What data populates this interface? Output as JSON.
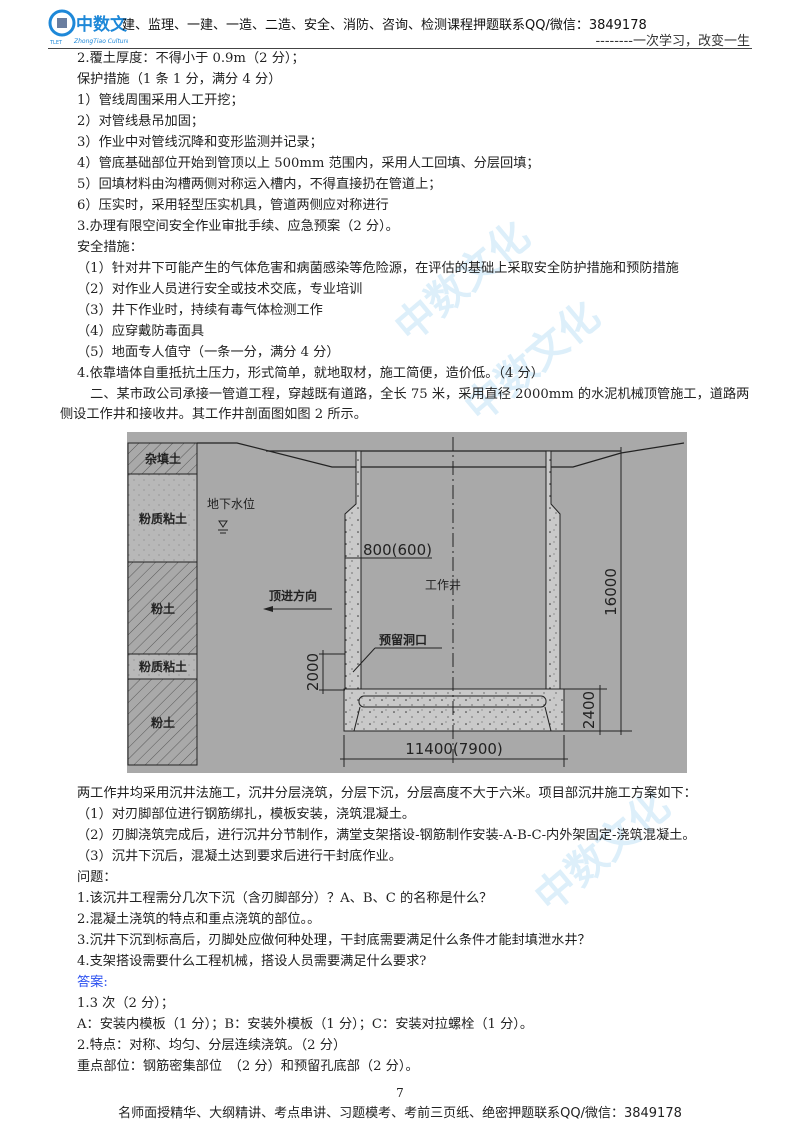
{
  "header": {
    "logo_text": "中数文化",
    "logo_sub": "ZhongTiao Culture",
    "logo_mark": "TLET",
    "contact": "建、监理、一建、一造、二造、安全、消防、咨询、检测课程押题联系QQ/微信：3849178",
    "slogan": "--------一次学习，改变一生"
  },
  "lines_top": [
    "2.覆土厚度：不得小于 0.9m（2 分）；",
    "保护措施（1 条 1 分，满分 4 分）",
    "1）管线周围采用人工开挖；",
    "2）对管线悬吊加固；",
    "3）作业中对管线沉降和变形监测并记录；",
    "4）管底基础部位开始到管顶以上 500mm 范围内，采用人工回填、分层回填；",
    "5）回填材料由沟槽两侧对称运入槽内，不得直接扔在管道上；",
    "6）压实时，采用轻型压实机具，管道两侧应对称进行",
    "3.办理有限空间安全作业审批手续、应急预案（2 分）。",
    "安全措施：",
    "（1）针对井下可能产生的气体危害和病菌感染等危险源，在评估的基础上采取安全防护措施和预防措施",
    "（2）对作业人员进行安全或技术交底，专业培训",
    "（3）井下作业时，持续有毒气体检测工作",
    "（4）应穿戴防毒面具",
    "（5）地面专人值守（一条一分，满分 4 分）",
    "4.依靠墙体自重抵抗土压力，形式简单，就地取材，施工简便，造价低。（4 分）",
    "　二、某市政公司承接一管道工程，穿越既有道路，全长 75 米，采用直径 2000mm 的水泥机械顶管施工，道路两",
    "侧设工作井和接收井。其工作井剖面图如图 2 所示。"
  ],
  "figure": {
    "soil_layers": [
      "杂填土",
      "粉质粘土",
      "粉土",
      "粉质粘土",
      "粉土"
    ],
    "groundwater_label": "地下水位",
    "wall_dim": "800(600)",
    "well_label": "工作井",
    "direction_label": "顶进方向",
    "opening_label": "预留洞口",
    "dim_2000": "2000",
    "dim_2400": "2400",
    "dim_16000": "16000",
    "dim_width": "11400(7900)"
  },
  "lines_bottom": [
    "两工作井均采用沉井法施工，沉井分层浇筑，分层下沉，分层高度不大于六米。项目部沉井施工方案如下：",
    "（1）对刃脚部位进行钢筋绑扎，模板安装，浇筑混凝土。",
    "（2）刃脚浇筑完成后，进行沉井分节制作，满堂支架搭设-钢筋制作安装-A-B-C-内外架固定-浇筑混凝土。",
    "（3）沉井下沉后，混凝土达到要求后进行干封底作业。",
    "问题：",
    "1.该沉井工程需分几次下沉（含刃脚部分）？A、B、C 的名称是什么？",
    "2.混凝土浇筑的特点和重点浇筑的部位。。",
    "3.沉井下沉到标高后，刃脚处应做何种处理，干封底需要满足什么条件才能封填泄水井？",
    "4.支架搭设需要什么工程机械，搭设人员需要满足什么要求?",
    "答案:",
    "1.3 次（2 分）；",
    "A：安装内模板（1 分）；B：安装外模板（1 分）；C：安装对拉螺栓（1 分）。",
    "2.特点：对称、均匀、分层连续浇筑。（2 分）",
    "重点部位：钢筋密集部位　（2 分）和预留孔底部（2 分）。"
  ],
  "page_number": "7",
  "footer": "名师面授精华、大纲精讲、考点串讲、习题模考、考前三页纸、绝密押题联系QQ/微信：3849178",
  "colors": {
    "answer_heading": "#2a4ff0",
    "diagram_bg": "#a9a9a9",
    "logo": "#1e88d8"
  }
}
